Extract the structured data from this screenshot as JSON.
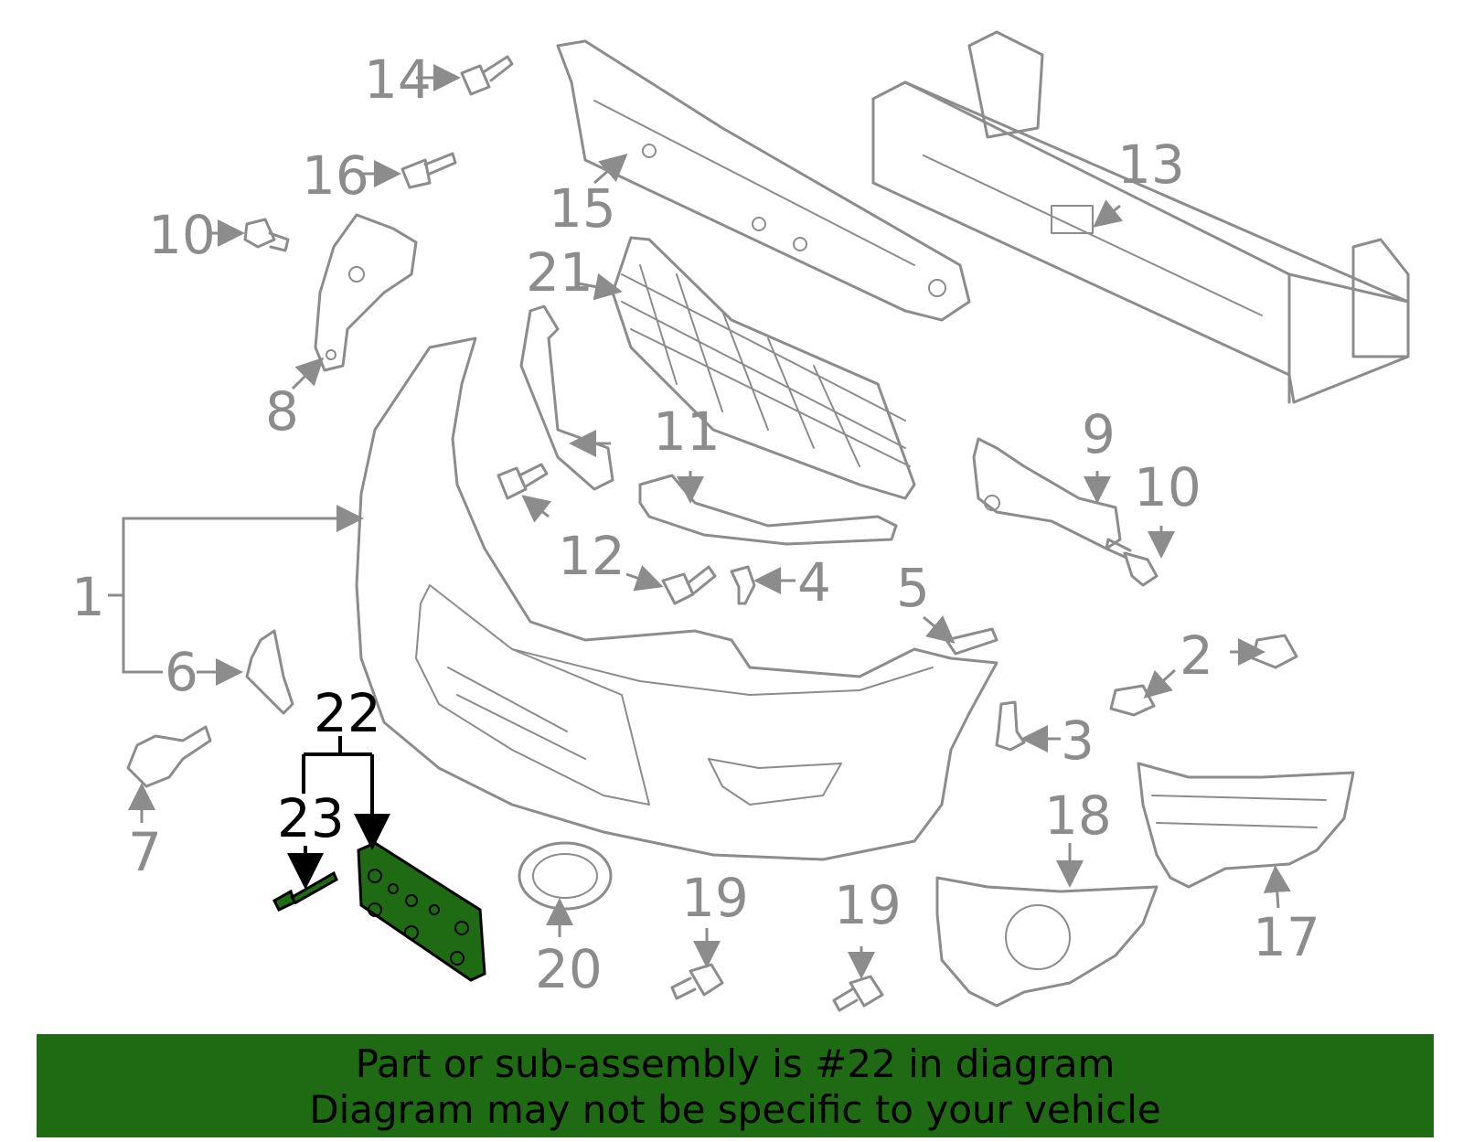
{
  "diagram": {
    "callouts": {
      "c1": "1",
      "c2": "2",
      "c3": "3",
      "c4": "4",
      "c5": "5",
      "c6": "6",
      "c7": "7",
      "c8": "8",
      "c9": "9",
      "c10a": "10",
      "c10b": "10",
      "c11": "11",
      "c12": "12",
      "c13": "13",
      "c14": "14",
      "c15": "15",
      "c16": "16",
      "c17": "17",
      "c18": "18",
      "c19a": "19",
      "c19b": "19",
      "c20": "20",
      "c21": "21",
      "c22": "22",
      "c23": "23"
    },
    "highlighted_part": "22",
    "colors": {
      "line": "#8c8c8c",
      "highlight_fill": "#1e6b13",
      "highlight_line": "#000000"
    }
  },
  "banner": {
    "line1": "Part or sub-assembly is #22 in diagram",
    "line2": "Diagram may not be specific to your vehicle"
  }
}
